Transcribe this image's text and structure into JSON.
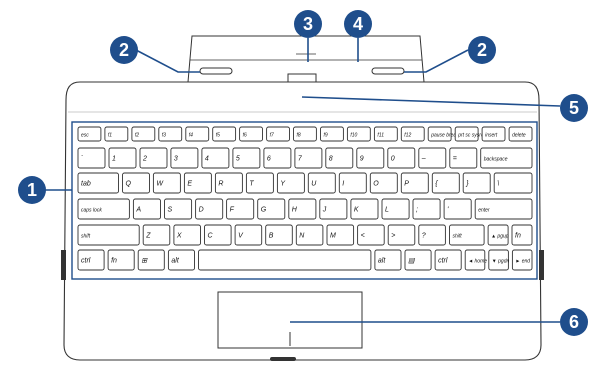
{
  "callouts": [
    {
      "id": "1",
      "label": "1"
    },
    {
      "id": "2a",
      "label": "2"
    },
    {
      "id": "3",
      "label": "3"
    },
    {
      "id": "4",
      "label": "4"
    },
    {
      "id": "2b",
      "label": "2"
    },
    {
      "id": "5",
      "label": "5"
    },
    {
      "id": "6",
      "label": "6"
    }
  ],
  "keyboard": {
    "rows": [
      [
        "esc",
        "f1",
        "f2",
        "f3",
        "f4",
        "f5",
        "f6",
        "f7",
        "f8",
        "f9",
        "f10",
        "f11",
        "f12",
        "pause break",
        "prt sc sysrq",
        "insert",
        "delete"
      ],
      [
        "`",
        "1",
        "2",
        "3",
        "4",
        "5",
        "6",
        "7",
        "8",
        "9",
        "0",
        "–",
        "=",
        "backspace"
      ],
      [
        "tab",
        "Q",
        "W",
        "E",
        "R",
        "T",
        "Y",
        "U",
        "I",
        "O",
        "P",
        "{",
        "}",
        "\\"
      ],
      [
        "caps lock",
        "A",
        "S",
        "D",
        "F",
        "G",
        "H",
        "J",
        "K",
        "L",
        ";",
        "'",
        "enter"
      ],
      [
        "shift",
        "Z",
        "X",
        "C",
        "V",
        "B",
        "N",
        "M",
        "<",
        ">",
        "?",
        "shift",
        "▲ pgup",
        "fn"
      ],
      [
        "ctrl",
        "fn",
        "⊞",
        "alt",
        "",
        "alt",
        "▤",
        "ctrl",
        "◄ home",
        "▼ pgdn",
        "► end"
      ]
    ]
  },
  "colors": {
    "accent": "#1f4e8c",
    "outline": "#333333"
  }
}
